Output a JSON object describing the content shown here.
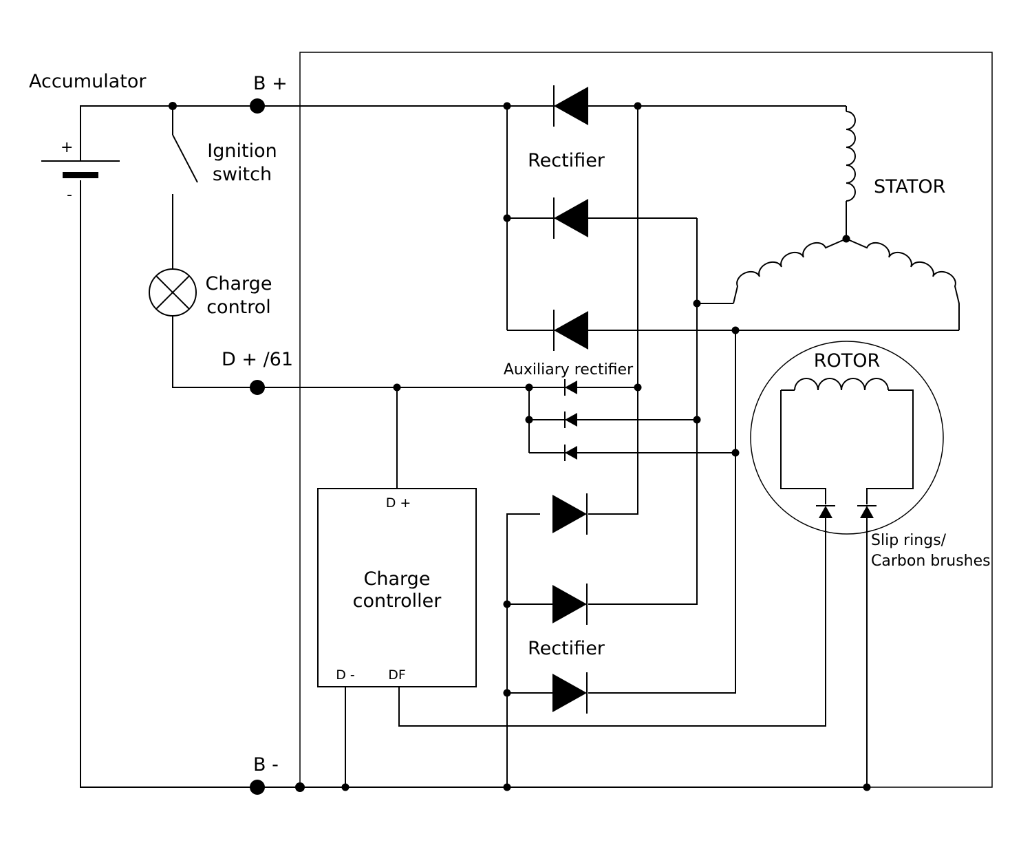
{
  "labels": {
    "accumulator": "Accumulator",
    "b_plus": "B +",
    "b_minus": "B -",
    "plus_sign": "+",
    "minus_sign": "-",
    "ignition_line1": "Ignition",
    "ignition_line2": "switch",
    "charge_control_line1": "Charge",
    "charge_control_line2": "control",
    "d_plus_61": "D + /61",
    "rectifier_top": "Rectifier",
    "rectifier_bottom": "Rectifier",
    "auxiliary_rectifier": "Auxiliary rectifier",
    "stator": "STATOR",
    "rotor": "ROTOR",
    "slip_rings_line1": "Slip rings/",
    "slip_rings_line2": "Carbon brushes",
    "controller_line1": "Charge",
    "controller_line2": "controller",
    "controller_d_plus": "D +",
    "controller_d_minus": "D -",
    "controller_df": "DF"
  }
}
